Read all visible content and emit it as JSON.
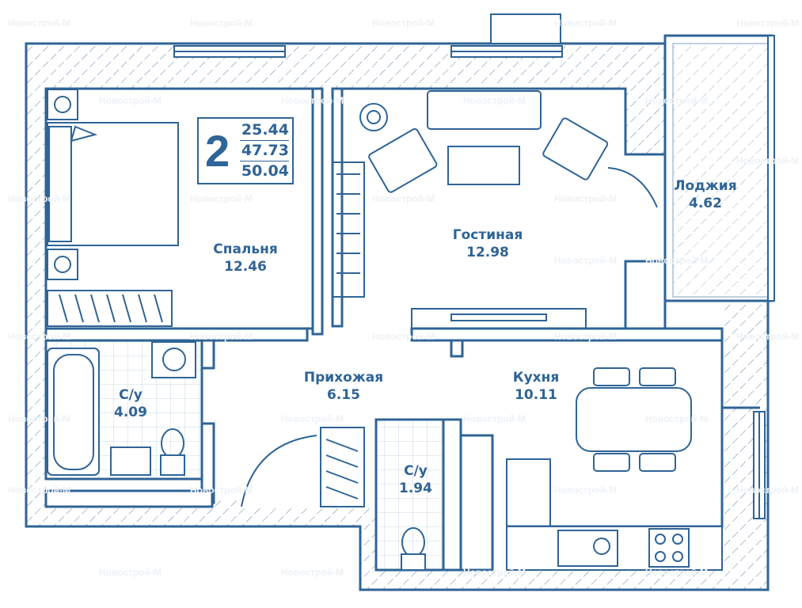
{
  "colors": {
    "line": "#2f6496",
    "hatch": "#2f6496",
    "watermark": "#eef2f6"
  },
  "watermark": "Новострой-М",
  "summary": {
    "rooms": "2",
    "living_area": "25.44",
    "total_area": "47.73",
    "total_with_loggia": "50.04"
  },
  "rooms": {
    "bedroom": {
      "name": "Спальня",
      "area": "12.46"
    },
    "living": {
      "name": "Гостиная",
      "area": "12.98"
    },
    "loggia": {
      "name": "Лоджия",
      "area": "4.62"
    },
    "hall": {
      "name": "Прихожая",
      "area": "6.15"
    },
    "kitchen": {
      "name": "Кухня",
      "area": "10.11"
    },
    "bath": {
      "name": "С/у",
      "area": "4.09"
    },
    "wc": {
      "name": "С/у",
      "area": "1.94"
    }
  }
}
